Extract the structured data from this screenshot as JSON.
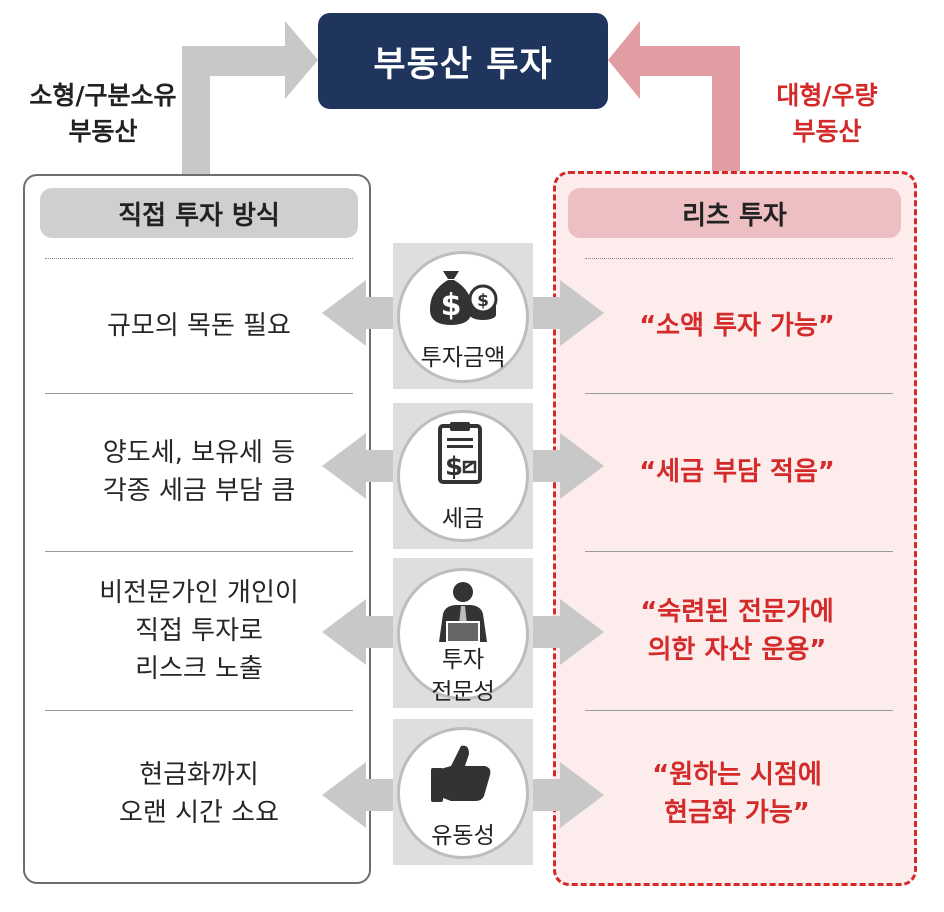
{
  "title": "부동산 투자",
  "left_label": "소형/구분소유\n부동산",
  "right_label": "대형/우량\n부동산",
  "left_header": "직접 투자 방식",
  "right_header": "리츠 투자",
  "rows": [
    {
      "left": "규모의 목돈 필요",
      "center": "투자금액",
      "right": "“소액 투자 가능”",
      "icon": "money-bag-icon"
    },
    {
      "left": "양도세, 보유세 등\n각종 세금 부담 큼",
      "center": "세금",
      "right": "“세금 부담 적음”",
      "icon": "tax-document-icon"
    },
    {
      "left": "비전문가인 개인이\n직접 투자로\n리스크 노출",
      "center": "투자\n전문성",
      "right": "“숙련된 전문가에\n의한 자산 운용”",
      "icon": "expert-person-icon"
    },
    {
      "left": "현금화까지\n오랜 시간 소요",
      "center": "유동성",
      "right": "“원하는 시점에\n현금화 가능”",
      "icon": "thumbs-up-icon"
    }
  ],
  "colors": {
    "title_bg": "#1f355e",
    "accent_red": "#d42a2a",
    "left_arrow": "#c8c8c8",
    "right_arrow": "#e19ea2"
  }
}
